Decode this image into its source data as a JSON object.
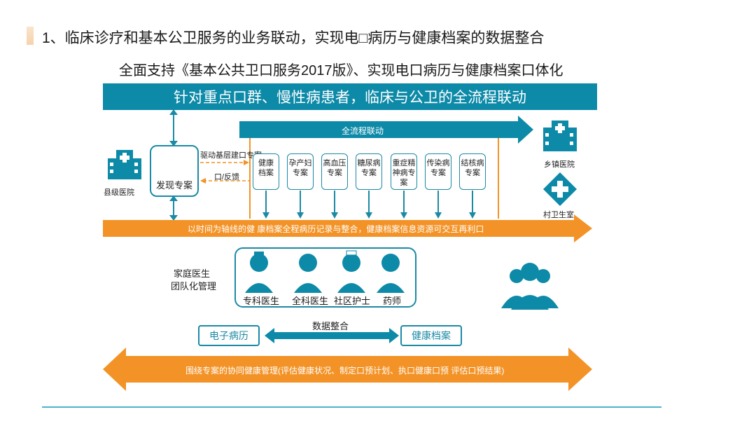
{
  "title": {
    "line1": "1、临床诊疗和基本公卫服务的业务联动，实现电□病历与健康档案的数据整合",
    "line2": "全面支持《基本公共卫口服务2017版》、实现电口病历与健康档案口体化"
  },
  "banner": {
    "text": "针对重点口群、慢性病患者，临床与公卫的全流程联动"
  },
  "flow": {
    "label": "全流程联动"
  },
  "hospitals": {
    "county": "县级医院",
    "town": "乡镇医院",
    "village": "村卫生室"
  },
  "discover": {
    "label": "发现专案",
    "drive": "驱动基层建口专案",
    "feedback": "口/反馈"
  },
  "cases": [
    {
      "label1": "健康",
      "label2": "档案"
    },
    {
      "label1": "孕产妇",
      "label2": "专案"
    },
    {
      "label1": "高血压",
      "label2": "专案"
    },
    {
      "label1": "糖尿病",
      "label2": "专案"
    },
    {
      "label1": "重症精神病专",
      "label2": "案"
    },
    {
      "label1": "传染病",
      "label2": "专案"
    },
    {
      "label1": "结核病",
      "label2": "专案"
    }
  ],
  "timeline": {
    "text": "以时间为轴线的健 康档案全程病历记录与整合，健康档案信息资源可交互再利口"
  },
  "team": {
    "label1": "家庭医生",
    "label2": "团队化管理",
    "members": [
      "专科医生",
      "全科医生",
      "社区护士",
      "药师"
    ]
  },
  "data_integration": {
    "label": "数据整合",
    "left": "电子病历",
    "right": "健康档案"
  },
  "bottom_arrow": {
    "text": "围绕专案的协同健康管理(评估健康状况、制定口预计划、执口健康口预 评估口预结果)"
  },
  "colors": {
    "teal": "#0d8aa8",
    "orange": "#f39327"
  }
}
